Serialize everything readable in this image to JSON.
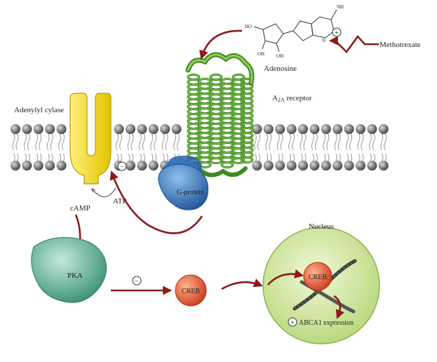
{
  "labels": {
    "adenosine": "Adenosine",
    "methotrexate": "Methotrexate",
    "adenylyl_cyclase": "Adenylyl cylase",
    "a2a_receptor_main": "A",
    "a2a_receptor_sub": "2A",
    "a2a_receptor_rest": " receptor",
    "g_protein": "G-protein",
    "camp": "cAMP",
    "atp": "ATP",
    "pka": "PKA",
    "creb": "CREB",
    "nucleus": "Nucleus",
    "creb_nucleus": "CREB",
    "abca1_expression": "ABCA1 expression",
    "plus_sign": "+",
    "minus_sign": "−"
  },
  "molecule_labels": {
    "ho": "HO",
    "oh1": "OH",
    "oh2": "OH",
    "nh2": "NH",
    "n": "N"
  },
  "colors": {
    "arrow": "#8b1a1a",
    "adenylyl_cyclase": "#f2dd1e",
    "receptor": "#4f9a2a",
    "g_protein": "#2f6fb8",
    "pka": "#3a9a7f",
    "creb": "#e8552a",
    "nucleus": "#cfe59a",
    "membrane_head": "#6b6b6b"
  }
}
